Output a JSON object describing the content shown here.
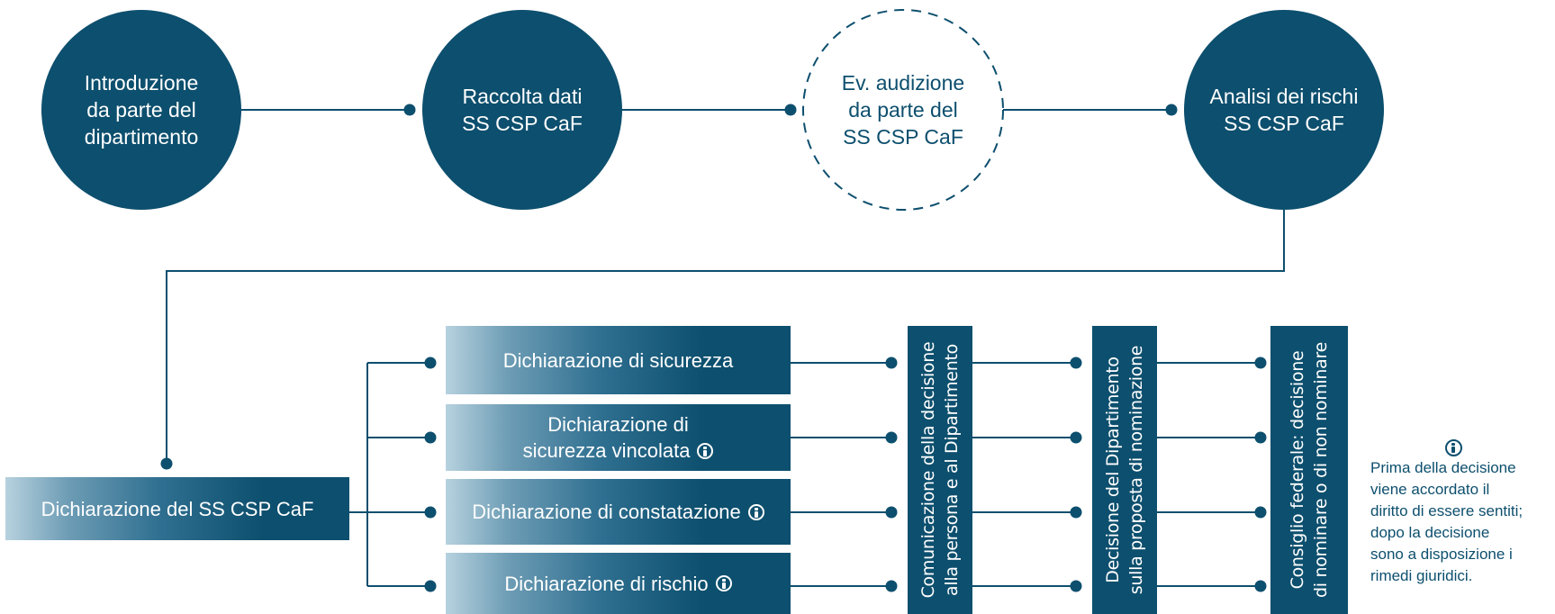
{
  "colors": {
    "primary": "#0d4f6e",
    "background": "#ffffff"
  },
  "top_nodes": [
    {
      "lines": [
        "Introduzione",
        "da parte del",
        "dipartimento"
      ],
      "style": "filled"
    },
    {
      "lines": [
        "Raccolta dati",
        "SS CSP CaF"
      ],
      "style": "filled"
    },
    {
      "lines": [
        "Ev. audizione",
        "da parte del",
        "SS CSP CaF"
      ],
      "style": "dashed"
    },
    {
      "lines": [
        "Analisi dei rischi",
        "SS CSP CaF"
      ],
      "style": "filled"
    }
  ],
  "main_box": {
    "label": "Dichiarazione del SS CSP CaF"
  },
  "declarations": [
    {
      "lines": [
        "Dichiarazione di sicurezza"
      ],
      "info": false
    },
    {
      "lines": [
        "Dichiarazione di",
        "sicurezza vincolata"
      ],
      "info": true
    },
    {
      "lines": [
        "Dichiarazione di constatazione"
      ],
      "info": true
    },
    {
      "lines": [
        "Dichiarazione di rischio"
      ],
      "info": true
    }
  ],
  "vertical_steps": [
    {
      "lines": [
        "Comunicazione della decisione",
        "alla persona e al Dipartimento"
      ]
    },
    {
      "lines": [
        "Decisione del Dipartimento",
        "sulla proposta di nominazione"
      ]
    },
    {
      "lines": [
        "Consiglio federale: decisione",
        "di nominare o di non nominare"
      ]
    }
  ],
  "note": {
    "icon": "info-icon",
    "lines": [
      "Prima della decisione",
      "viene accordato il",
      "diritto di essere sentiti;",
      "dopo la decisione",
      "sono a disposizione i",
      "rimedi giuridici."
    ]
  }
}
